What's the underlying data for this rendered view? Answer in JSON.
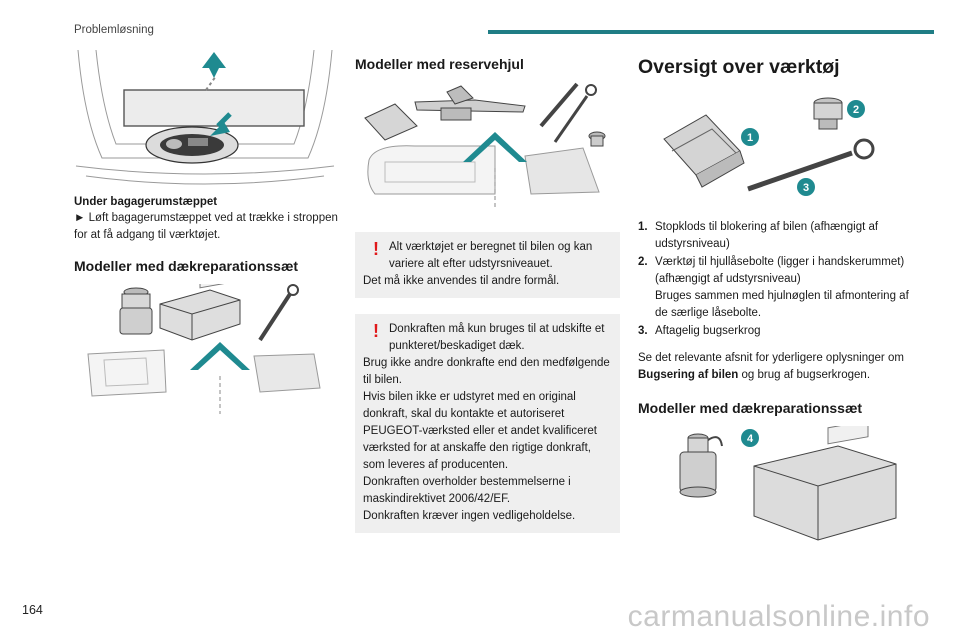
{
  "header": {
    "section": "Problemløsning",
    "accent": "#1f7d85"
  },
  "page_number": "164",
  "watermark": "carmanualsonline.info",
  "col1": {
    "title": "Under bagagerumstæppet",
    "instruction": "► Løft bagagerumstæppet ved at trække i stroppen for at få adgang til værktøjet.",
    "heading": "Modeller med dækreparationssæt"
  },
  "col2": {
    "heading": "Modeller med reservehjul",
    "warning1": {
      "first_line": "Alt værktøjet er beregnet til bilen og kan variere alt efter udstyrsniveauet.",
      "rest": [
        "Det må ikke anvendes til andre formål."
      ]
    },
    "warning2": {
      "first_line": "Donkraften må kun bruges til at udskifte et punkteret/beskadiget dæk.",
      "rest": [
        "Brug ikke andre donkrafte end den medfølgende til bilen.",
        "Hvis bilen ikke er udstyret med en original donkraft, skal du kontakte et autoriseret PEUGEOT-værksted eller et andet kvalificeret værksted for at anskaffe den rigtige donkraft, som leveres af producenten.",
        "Donkraften overholder bestemmelserne i maskindirektivet 2006/42/EF.",
        "Donkraften kræver ingen vedligeholdelse."
      ]
    }
  },
  "col3": {
    "heading": "Oversigt over værktøj",
    "figure_markers": [
      "1",
      "2",
      "3"
    ],
    "list": [
      {
        "n": "1.",
        "lines": [
          "Stopklods til blokering af bilen (afhængigt af udstyrsniveau)"
        ]
      },
      {
        "n": "2.",
        "lines": [
          "Værktøj til hjullåsebolte (ligger i handskerummet) (afhængigt af udstyrsniveau)",
          "Bruges sammen med hjulnøglen til afmontering af de særlige låsebolte."
        ]
      },
      {
        "n": "3.",
        "lines": [
          "Aftagelig bugserkrog"
        ]
      }
    ],
    "para": {
      "before": "Se det relevante afsnit for yderligere oplysninger om ",
      "bold": "Bugsering af bilen",
      "after": " og brug af bugserkrogen."
    },
    "subheading": "Modeller med dækreparationssæt",
    "marker4": "4"
  }
}
